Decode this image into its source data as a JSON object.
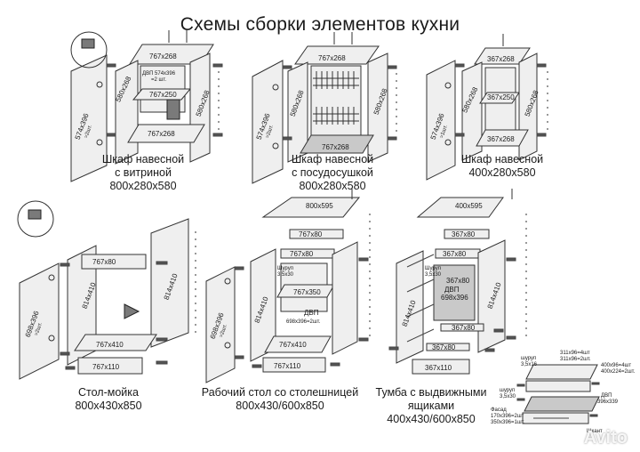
{
  "title": "Схемы сборки элементов кухни",
  "units": [
    {
      "caption": [
        "Шкаф навесной",
        "с витриной",
        "800х280х580"
      ],
      "parts": [
        "767х268",
        "ДВП 574х396",
        "=2 шт.",
        "580х268",
        "767х250",
        "580х268",
        "574х396",
        "=2шт.",
        "767х268"
      ]
    },
    {
      "caption": [
        "Шкаф навесной",
        "с посудосушкой",
        "800х280х580"
      ],
      "parts": [
        "767х268",
        "580х268",
        "574х396",
        "=2шт.",
        "580х268",
        "767х268"
      ]
    },
    {
      "caption": [
        "Шкаф навесной",
        "400х280х580"
      ],
      "parts": [
        "367х268",
        "580х268",
        "367х250",
        "574х396",
        "=1шт.",
        "580х268",
        "367х268"
      ]
    },
    {
      "caption": [
        "Стол-мойка",
        "800х430х850"
      ],
      "parts": [
        "767х80",
        "814х410",
        "814х410",
        "698х396",
        "=2шт.",
        "767х410",
        "767х110"
      ]
    },
    {
      "caption": [
        "Рабочий стол со столешницей",
        "800х430/600х850"
      ],
      "parts": [
        "800х595",
        "767х80",
        "767х80",
        "Шуруп",
        "3,5х30",
        "767х350",
        "814х410",
        "698х396",
        "=2шт.",
        "ДВП",
        "698х396=2шт.",
        "767х410",
        "767х110"
      ]
    },
    {
      "caption": [
        "Тумба с выдвижными",
        "ящиками",
        "400х430/600х850"
      ],
      "parts": [
        "400х595",
        "367х80",
        "367х80",
        "Шуруп",
        "3,5х30",
        "814х410",
        "367х80",
        "ДВП",
        "698х396",
        "814х410",
        "367х80",
        "367х80",
        "367х110"
      ]
    }
  ],
  "drawer_detail": {
    "parts": [
      "311х96=4шт",
      "311х96=2шт.",
      "400х96=4шт",
      "400х224=2шт.",
      "шуруп",
      "3,5х16",
      "шуруп",
      "3,5х30",
      "Фасад",
      "170х396=2шт",
      "350х396=1шт.",
      "ДВП",
      "396х339",
      "Шкант"
    ]
  },
  "watermark": "Avito"
}
